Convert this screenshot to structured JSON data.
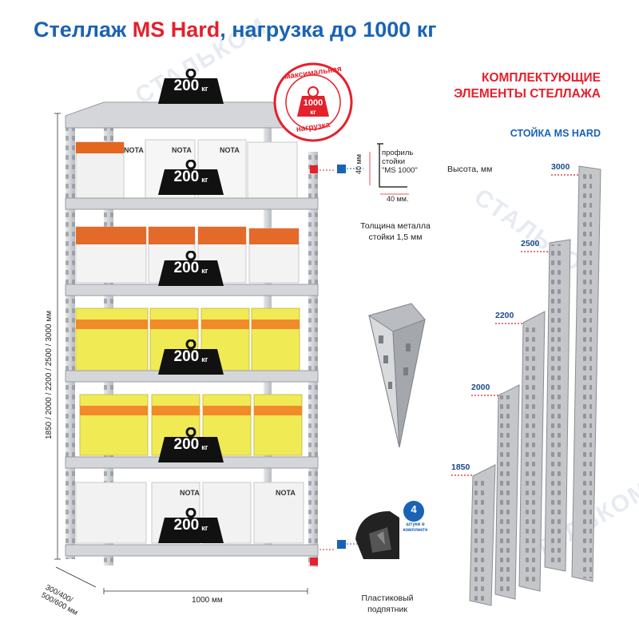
{
  "title": {
    "part1": "Стеллаж ",
    "part2": "MS Hard",
    "part3": ", нагрузка до 1000 кг"
  },
  "components_title": [
    "КОМПЛЕКТУЮЩИЕ",
    "ЭЛЕМЕНТЫ СТЕЛЛАЖА"
  ],
  "post_title": "СТОЙКА MS HARD",
  "weight_value": "200",
  "weight_unit": "кг",
  "max_badge": {
    "top_text": "максимальная",
    "bottom_text": "нагрузка",
    "value": "1000",
    "unit": "кг"
  },
  "profile": {
    "line1": "профиль",
    "line2": "стойки",
    "line3": "\"MS 1000\"",
    "dim_v": "40 мм",
    "dim_h": "40 мм."
  },
  "thickness": {
    "line1": "Толщина металла",
    "line2": "стойки 1,5 мм"
  },
  "height_label": "Высота, мм",
  "heights": [
    "3000",
    "2500",
    "2200",
    "2000",
    "1850"
  ],
  "dim_vertical": "1850 / 2000 / 2200 / 2500 / 3000 мм",
  "dim_width": "1000 мм",
  "dim_depth": [
    "300/400/",
    "500/600 мм"
  ],
  "foot": {
    "line1": "Пластиковый",
    "line2": "подпятник"
  },
  "foot_badge": {
    "count": "4",
    "text": "штуки в комплекте"
  },
  "box_brand": "NOTA",
  "watermark": "СТАЛЬКОМ",
  "colors": {
    "blue": "#1a63b4",
    "red": "#e4212c",
    "metal": "#c9cbce",
    "dark": "#111111",
    "yellow": "#f2e84a",
    "orange": "#f08a2a"
  }
}
